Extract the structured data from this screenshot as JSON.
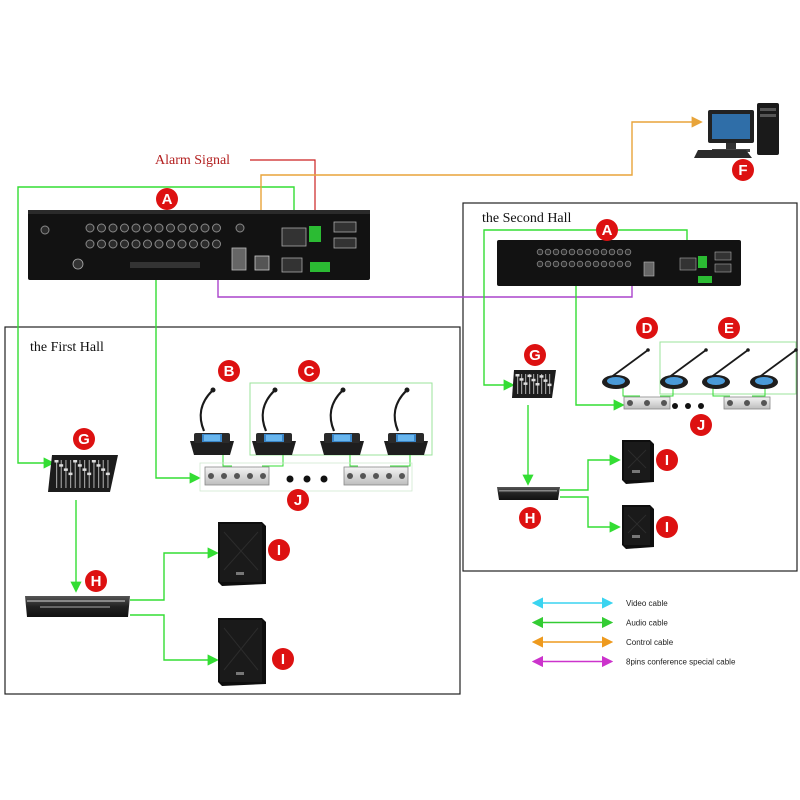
{
  "alarm_label": "Alarm Signal",
  "first_hall": {
    "title": "the First Hall"
  },
  "second_hall": {
    "title": "the Second Hall"
  },
  "badges": {
    "A": "A",
    "B": "B",
    "C": "C",
    "D": "D",
    "E": "E",
    "F": "F",
    "G": "G",
    "H": "H",
    "I": "I",
    "J": "J"
  },
  "legend": [
    {
      "label": "Video cable",
      "color": "#3ad4f0"
    },
    {
      "label": "Audio cable",
      "color": "#33cc33"
    },
    {
      "label": "Control cable",
      "color": "#ee9a1e"
    },
    {
      "label": "8pins conference special cable",
      "color": "#cc33cc"
    }
  ],
  "colors": {
    "audio": "#33dd33",
    "control": "#e8a43a",
    "special": "#aa44cc",
    "alarm": "#cc2222",
    "badge": "#dd1111",
    "device": "#111111"
  },
  "icons": {
    "host": "conference-host-icon",
    "mic": "microphone-unit-icon",
    "mixer": "audio-mixer-icon",
    "amp": "power-amplifier-icon",
    "speaker": "loudspeaker-icon",
    "junction": "extension-box-icon",
    "computer": "computer-icon"
  }
}
